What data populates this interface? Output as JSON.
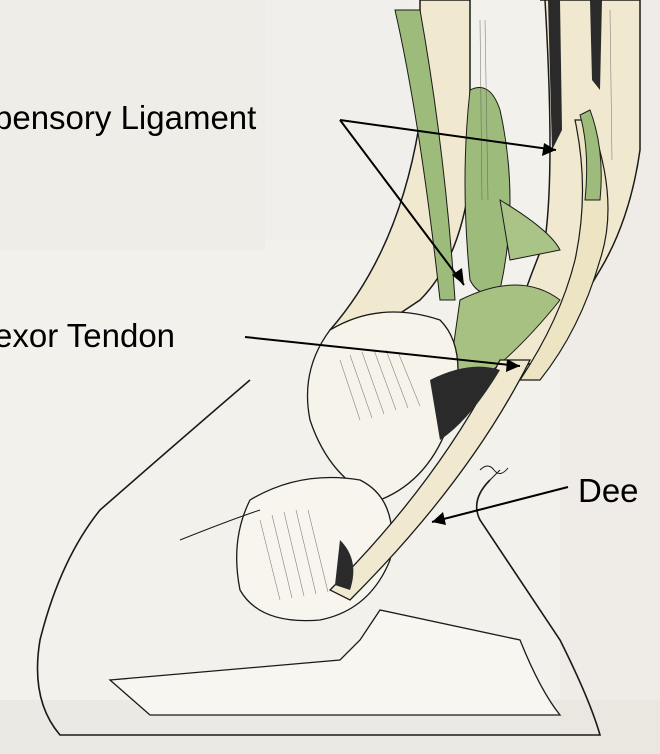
{
  "labels": {
    "suspensory": "pensory Ligament",
    "flexor": "exor Tendon",
    "deep": "Dee"
  },
  "colors": {
    "background": "#f3f1ec",
    "tendon_fill": "#f1e9cf",
    "ligament_green": "#9dbb7a",
    "outline": "#1a1a1a",
    "dark_gap": "#2a2a2a"
  }
}
